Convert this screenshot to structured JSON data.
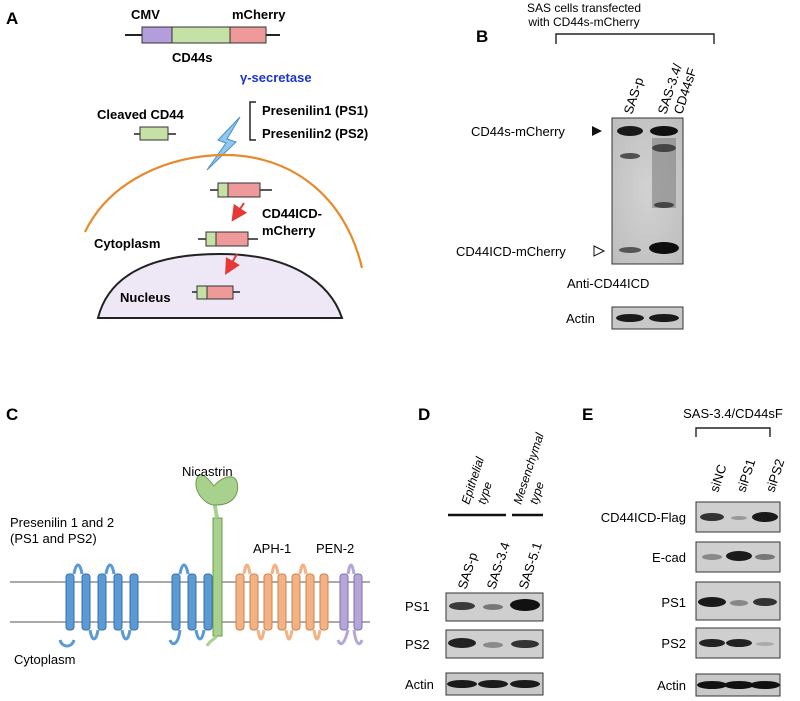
{
  "panel_labels": {
    "a": "A",
    "b": "B",
    "c": "C",
    "d": "D",
    "e": "E"
  },
  "panel_a": {
    "construct": {
      "cmv": "CMV",
      "mcherry": "mCherry",
      "cd44s": "CD44s"
    },
    "enzyme": "γ-secretase",
    "ps1": "Presenilin1 (PS1)",
    "ps2": "Presenilin2 (PS2)",
    "cleaved": "Cleaved CD44",
    "icd_line1": "CD44ICD-",
    "icd_line2": "mCherry",
    "cytoplasm": "Cytoplasm",
    "nucleus": "Nucleus",
    "colors": {
      "cmv": "#b39ddb",
      "cd44s": "#c5e1a5",
      "mcherry": "#ef9a9a",
      "membrane": "#e8892b",
      "nucleus": "#ede7f6",
      "enzyme_text": "#1a35c8",
      "arrow": "#e53935",
      "bolt": "#8fc7f0"
    }
  },
  "panel_b": {
    "header_line1": "SAS cells transfected",
    "header_line2": "with CD44s-mCherry",
    "lane1": "SAS-p",
    "lane2_line1": "SAS-3.4/",
    "lane2_line2": "CD44sF",
    "band_full": "CD44s-mCherry",
    "band_icd": "CD44ICD-mCherry",
    "antibody": "Anti-CD44ICD",
    "actin": "Actin"
  },
  "panel_c": {
    "nicastrin": "Nicastrin",
    "presenilin_line1": "Presenilin 1 and 2",
    "presenilin_line2": "(PS1 and PS2)",
    "aph1": "APH-1",
    "pen2": "PEN-2",
    "cytoplasm": "Cytoplasm",
    "colors": {
      "presenilin": "#5b9bd5",
      "nicastrin": "#a9d18e",
      "aph1": "#f4b183",
      "pen2": "#b4a7d6"
    }
  },
  "panel_d": {
    "group1_line1": "Epithelial",
    "group1_line2": "type",
    "group2_line1": "Mesenchymal",
    "group2_line2": "type",
    "lanes": [
      "SAS-p",
      "SAS-3.4",
      "SAS-5.1"
    ],
    "rows": [
      "PS1",
      "PS2",
      "Actin"
    ]
  },
  "panel_e": {
    "header": "SAS-3.4/CD44sF",
    "lanes": [
      "siNC",
      "siPS1",
      "siPS2"
    ],
    "rows": [
      "CD44ICD-Flag",
      "E-cad",
      "PS1",
      "PS2",
      "Actin"
    ]
  }
}
